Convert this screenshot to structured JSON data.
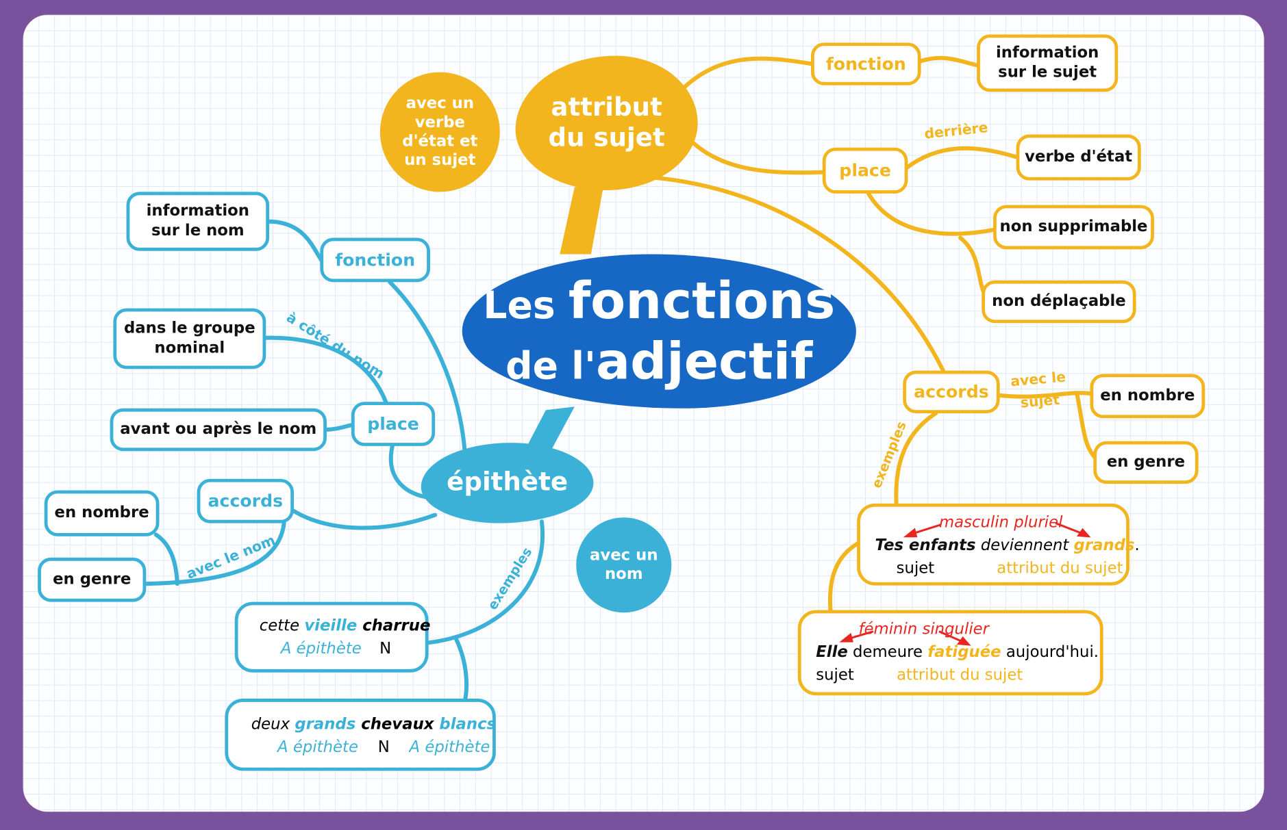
{
  "title": {
    "line1_small": "Les",
    "line1_big": "fonctions",
    "line2_small": "de l'",
    "line2_big": "adjectif"
  },
  "colors": {
    "border": "#7a519c",
    "central": "#1767c4",
    "attribut": "#f2b51e",
    "epithete": "#3cb1d8",
    "annotation": "#e8261f"
  },
  "attribut": {
    "label": "attribut du sujet",
    "condition": "avec un verbe d'état et un sujet",
    "fonction": {
      "label": "fonction",
      "value": "information sur le sujet"
    },
    "place": {
      "label": "place",
      "edge": "derrière",
      "items": [
        "verbe d'état",
        "non supprimable",
        "non déplaçable"
      ]
    },
    "accords": {
      "label": "accords",
      "edge": "avec le sujet",
      "items": [
        "en nombre",
        "en genre"
      ]
    },
    "exemples_label": "exemples",
    "examples": [
      {
        "note": "masculin pluriel",
        "s1": "Tes enfants",
        "s2": " deviennent ",
        "s3": "grands",
        "s4": ".",
        "sub1": "sujet",
        "sub2": "attribut du sujet"
      },
      {
        "note": "féminin singulier",
        "s1": "Elle",
        "s2": " demeure ",
        "s3": "fatiguée",
        "s4": " aujourd'hui.",
        "sub1": "sujet",
        "sub2": "attribut du sujet"
      }
    ]
  },
  "epithete": {
    "label": "épithète",
    "condition": "avec un nom",
    "fonction": {
      "label": "fonction",
      "value": "information sur le nom"
    },
    "place": {
      "label": "place",
      "edge": "à côté du nom",
      "items": [
        "dans le groupe nominal",
        "avant ou après le nom"
      ]
    },
    "accords": {
      "label": "accords",
      "edge": "avec le nom",
      "items": [
        "en nombre",
        "en genre"
      ]
    },
    "exemples_label": "exemples",
    "examples": [
      {
        "w1": "cette ",
        "w2": "vieille",
        "w3": " charrue",
        "sub": [
          "A épithète",
          "N"
        ]
      },
      {
        "w1": "deux ",
        "w2": "grands",
        "w3": " chevaux ",
        "w4": "blancs",
        "sub": [
          "A épithète",
          "N",
          "A épithète"
        ]
      }
    ]
  }
}
